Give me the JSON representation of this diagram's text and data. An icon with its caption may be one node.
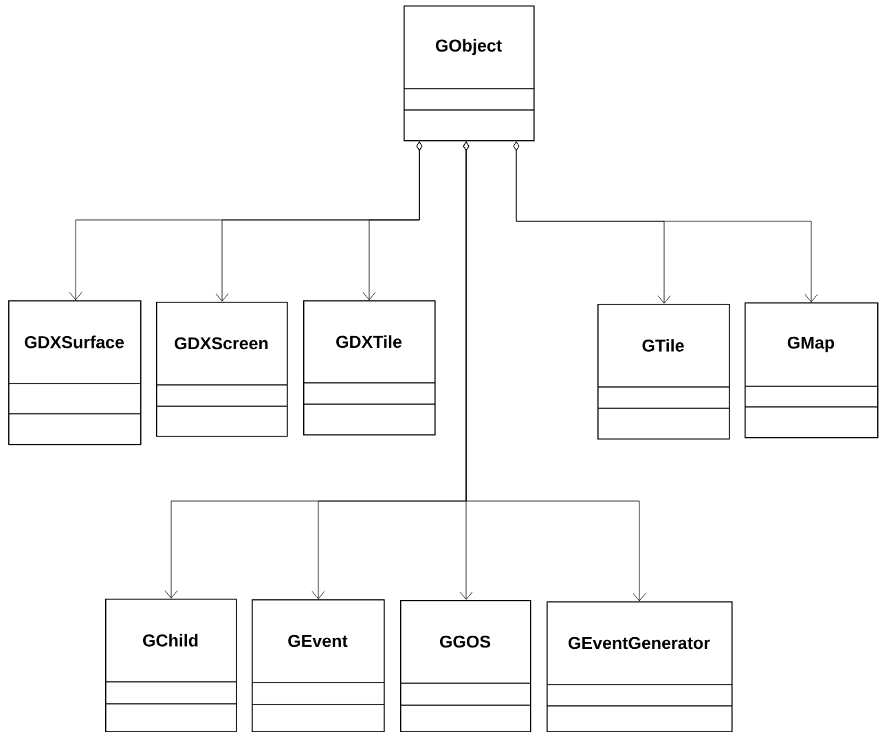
{
  "diagram": {
    "nodes": [
      {
        "text": [
          "GObject"
        ]
      },
      {
        "text": [
          "GDXSurface"
        ]
      },
      {
        "text": [
          "GDXScreen"
        ]
      },
      {
        "text": [
          "GDXTile"
        ]
      },
      {
        "text": [
          "GTile"
        ]
      },
      {
        "text": [
          "GMap"
        ]
      },
      {
        "text": [
          "GChild"
        ]
      },
      {
        "text": [
          "GEvent"
        ]
      },
      {
        "text": [
          "GGOS"
        ]
      },
      {
        "text": [
          "GEventGenerator"
        ]
      }
    ],
    "edges": [
      {
        "from": 0,
        "to": 1,
        "arrow": "to"
      },
      {
        "from": 0,
        "to": 2,
        "arrow": "to"
      },
      {
        "from": 0,
        "to": 3,
        "arrow": "to"
      },
      {
        "from": 0,
        "to": 4,
        "arrow": "to"
      },
      {
        "from": 0,
        "to": 5,
        "arrow": "to"
      },
      {
        "from": 0,
        "to": 6,
        "arrow": "to"
      },
      {
        "from": 0,
        "to": 7,
        "arrow": "to"
      },
      {
        "from": 0,
        "to": 8,
        "arrow": "to"
      },
      {
        "from": 0,
        "to": 9,
        "arrow": "to"
      }
    ]
  }
}
